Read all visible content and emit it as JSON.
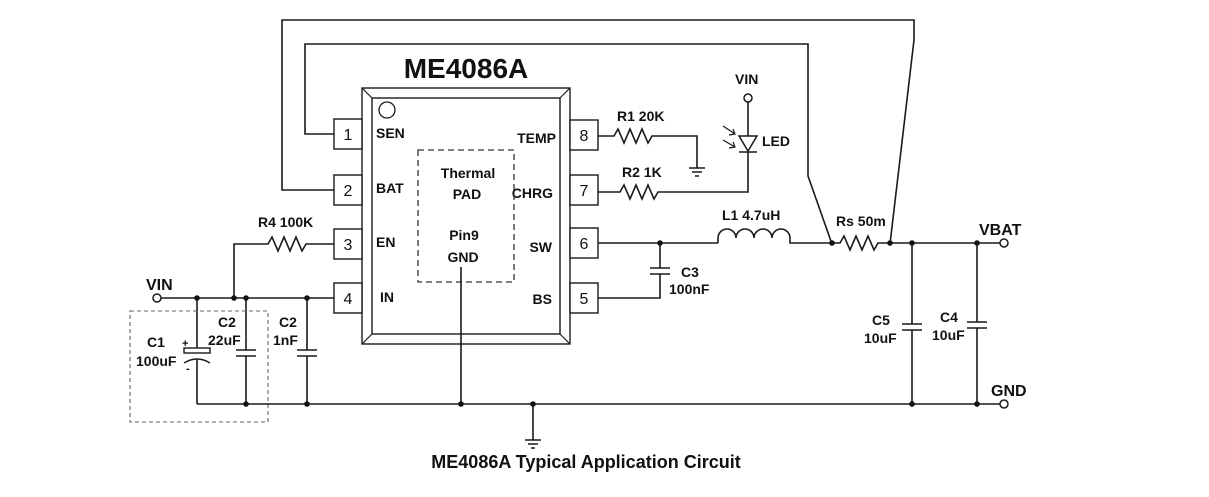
{
  "chip": {
    "name": "ME4086A",
    "pins_left": [
      {
        "num": "1",
        "name": "SEN"
      },
      {
        "num": "2",
        "name": "BAT"
      },
      {
        "num": "3",
        "name": "EN"
      },
      {
        "num": "4",
        "name": "IN"
      }
    ],
    "pins_right": [
      {
        "num": "8",
        "name": "TEMP"
      },
      {
        "num": "7",
        "name": "CHRG"
      },
      {
        "num": "6",
        "name": "SW"
      },
      {
        "num": "5",
        "name": "BS"
      }
    ],
    "thermal_pad": {
      "line1": "Thermal",
      "line2": "PAD",
      "line3": "Pin9",
      "line4": "GND"
    }
  },
  "components": {
    "r1": "R1 20K",
    "r2": "R2 1K",
    "r4": "R4 100K",
    "rs": "Rs 50m",
    "l1": "L1 4.7uH",
    "c1_name": "C1",
    "c1_value": "100uF",
    "c1_plus": "+",
    "c1_minus": "-",
    "c2a_name": "C2",
    "c2a_value": "22uF",
    "c2b_name": "C2",
    "c2b_value": "1nF",
    "c3_name": "C3",
    "c3_value": "100nF",
    "c4_name": "C4",
    "c4_value": "10uF",
    "c5_name": "C5",
    "c5_value": "10uF",
    "led": "LED"
  },
  "nets": {
    "vin_left": "VIN",
    "vin_top": "VIN",
    "vbat": "VBAT",
    "gnd": "GND"
  },
  "caption": "ME4086A Typical Application Circuit"
}
